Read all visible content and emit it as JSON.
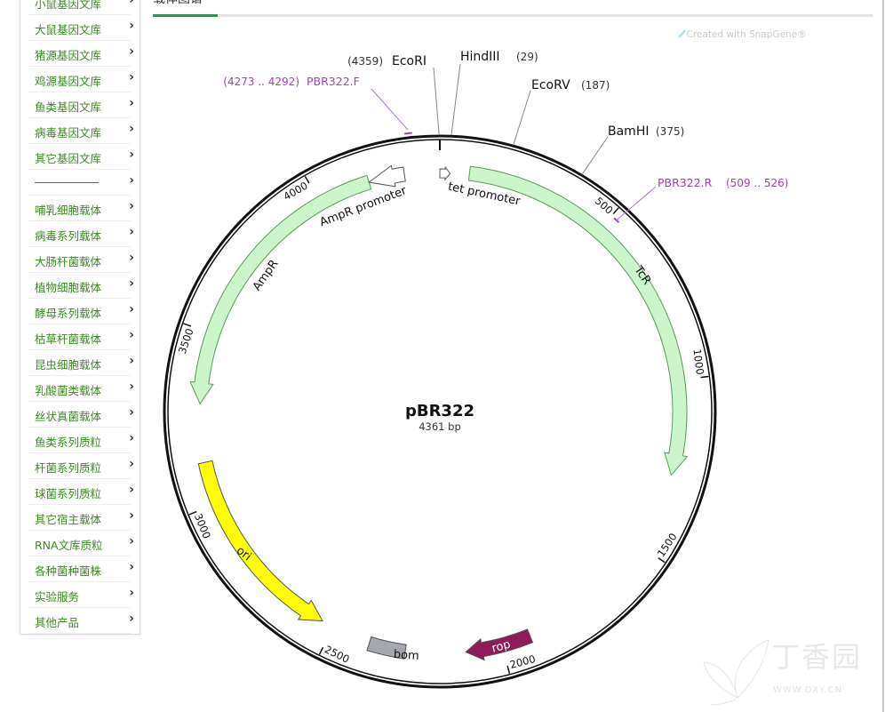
{
  "sidebar": {
    "items": [
      {
        "label": "小鼠基因文库"
      },
      {
        "label": "大鼠基因文库"
      },
      {
        "label": "猪源基因文库"
      },
      {
        "label": "鸡源基因文库"
      },
      {
        "label": "鱼类基因文库"
      },
      {
        "label": "病毒基因文库"
      },
      {
        "label": "其它基因文库"
      },
      {
        "label": "",
        "separator": true
      },
      {
        "label": "哺乳细胞载体"
      },
      {
        "label": "病毒系列载体"
      },
      {
        "label": "大肠杆菌载体"
      },
      {
        "label": "植物细胞载体"
      },
      {
        "label": "酵母系列载体"
      },
      {
        "label": "枯草杆菌载体"
      },
      {
        "label": "昆虫细胞载体"
      },
      {
        "label": "乳酸菌类载体"
      },
      {
        "label": "丝状真菌载体"
      },
      {
        "label": "鱼类系列质粒"
      },
      {
        "label": "杆菌系列质粒"
      },
      {
        "label": "球菌系列质粒"
      },
      {
        "label": "其它宿主载体"
      },
      {
        "label": "RNA文库质粒"
      },
      {
        "label": "各种菌种菌株"
      },
      {
        "label": "实验服务"
      },
      {
        "label": "其他产品"
      }
    ],
    "arrow_icon": "chevron-right-icon"
  },
  "tab": {
    "label": "载体图谱",
    "accent": "#3c8a5a"
  },
  "credit": {
    "icon": "snapgene-logo-icon",
    "text": "Created with SnapGene®"
  },
  "watermark": {
    "name": "丁香园",
    "url": "WWW.DXY.CN"
  },
  "plasmid": {
    "name": "pBR322",
    "length_label": "4361 bp",
    "length": 4361,
    "ticks": [
      500,
      1000,
      1500,
      2000,
      2500,
      3000,
      3500,
      4000
    ],
    "features": [
      {
        "name": "TcR",
        "start": 86,
        "end": 1276,
        "direction": "forward",
        "color": "#ccf5cc"
      },
      {
        "name": "AmpR",
        "start": 3293,
        "end": 4153,
        "direction": "reverse",
        "color": "#ccf5cc"
      },
      {
        "name": "AmpR promoter",
        "start": 4153,
        "end": 4258,
        "direction": "reverse",
        "color": "#ffffff"
      },
      {
        "name": "tet promoter",
        "start": 4361,
        "end": 30,
        "direction": "forward",
        "color": "#ffffff"
      },
      {
        "name": "ori",
        "start": 2535,
        "end": 3123,
        "direction": "reverse",
        "color": "#ffff00"
      },
      {
        "name": "rop",
        "start": 1915,
        "end": 2106,
        "direction": "forward",
        "color": "#8e1b58"
      },
      {
        "name": "bom",
        "start": 2280,
        "end": 2386,
        "direction": "none",
        "color": "#a3a8ae"
      }
    ],
    "sites": [
      {
        "name": "EcoRI",
        "position_label": "(4359)",
        "position": 4359
      },
      {
        "name": "HindIII",
        "position_label": "(29)",
        "position": 29
      },
      {
        "name": "EcoRV",
        "position_label": "(187)",
        "position": 187
      },
      {
        "name": "BamHI",
        "position_label": "(375)",
        "position": 375
      }
    ],
    "primers": [
      {
        "name": "PBR322.F",
        "range_label": "(4273 .. 4292)",
        "start": 4273,
        "end": 4292,
        "color": "#a040c0"
      },
      {
        "name": "PBR322.R",
        "range_label": "(509 .. 526)",
        "start": 509,
        "end": 526,
        "color": "#a040c0"
      }
    ]
  }
}
